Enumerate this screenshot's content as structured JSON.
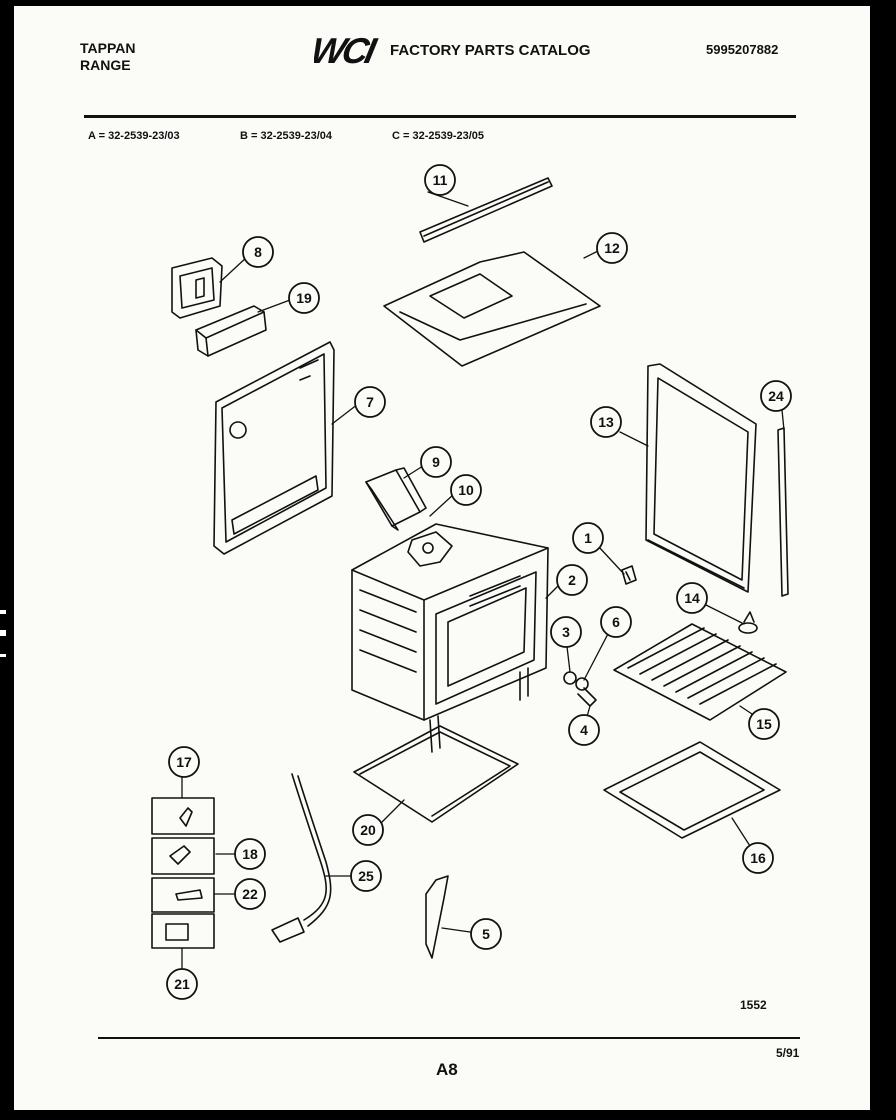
{
  "header": {
    "brand_line1": "TAPPAN",
    "brand_line2": "RANGE",
    "logo_text": "WCI",
    "catalog_title": "FACTORY PARTS CATALOG",
    "catalog_number": "5995207882"
  },
  "models": [
    {
      "letter": "A",
      "code": "A = 32-2539-23/03"
    },
    {
      "letter": "B",
      "code": "B = 32-2539-23/04"
    },
    {
      "letter": "C",
      "code": "C = 32-2539-23/05"
    }
  ],
  "callouts": [
    "1",
    "2",
    "3",
    "4",
    "5",
    "6",
    "7",
    "8",
    "9",
    "10",
    "11",
    "12",
    "13",
    "14",
    "15",
    "16",
    "17",
    "18",
    "19",
    "20",
    "21",
    "22",
    "24",
    "25"
  ],
  "footer": {
    "drawing_number": "1552",
    "page_number": "A8",
    "date": "5/91"
  },
  "colors": {
    "ink": "#111111",
    "paper": "#fbfbf8",
    "border": "#000000"
  }
}
